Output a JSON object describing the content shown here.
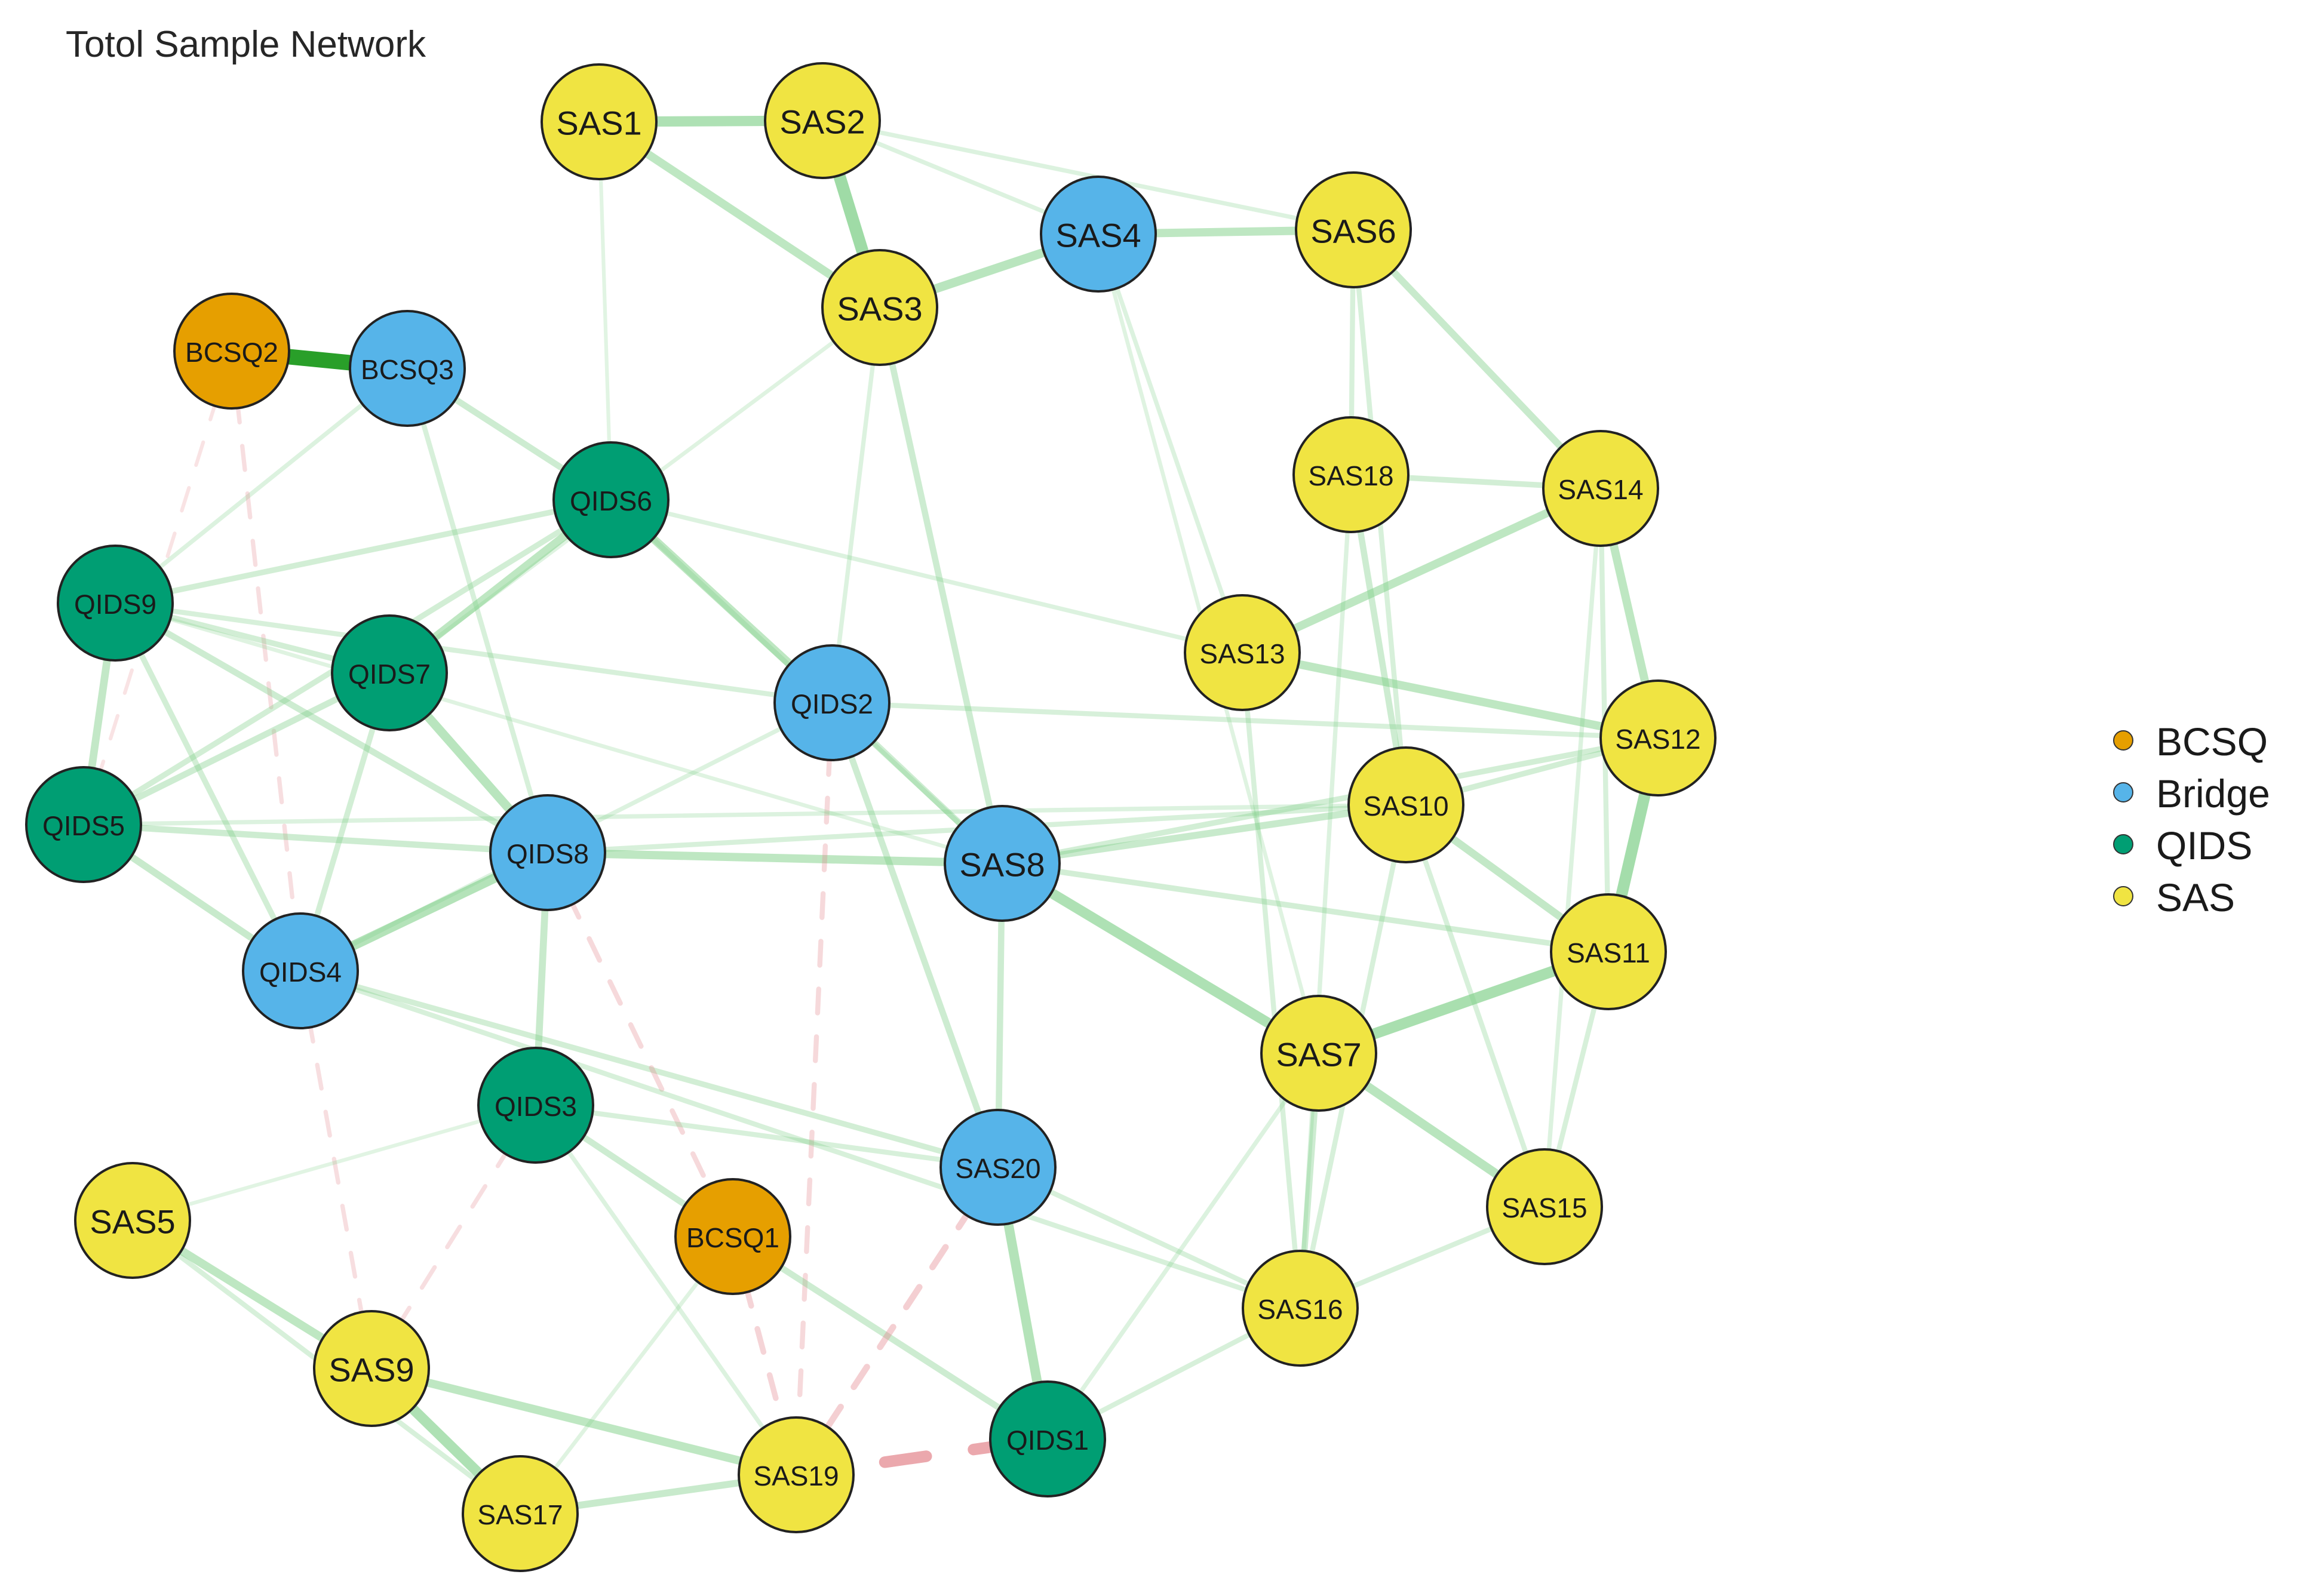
{
  "title": "Totol Sample Network",
  "colors": {
    "BCSQ": "#E69F00",
    "Bridge": "#56B4E9",
    "QIDS": "#009E73",
    "SAS": "#F0E442",
    "positive_edge": "#7FCF88",
    "strong_positive_edge": "#1E9A1E",
    "negative_edge": "#E3848C"
  },
  "legend": {
    "items": [
      {
        "label": "BCSQ",
        "group": "BCSQ"
      },
      {
        "label": "Bridge",
        "group": "Bridge"
      },
      {
        "label": "QIDS",
        "group": "QIDS"
      },
      {
        "label": "SAS",
        "group": "SAS"
      }
    ]
  },
  "nodes": [
    {
      "id": "SAS1",
      "group": "SAS"
    },
    {
      "id": "SAS2",
      "group": "SAS"
    },
    {
      "id": "SAS3",
      "group": "SAS"
    },
    {
      "id": "SAS4",
      "group": "Bridge"
    },
    {
      "id": "SAS6",
      "group": "SAS"
    },
    {
      "id": "BCSQ2",
      "group": "BCSQ"
    },
    {
      "id": "BCSQ3",
      "group": "Bridge"
    },
    {
      "id": "QIDS6",
      "group": "QIDS"
    },
    {
      "id": "SAS18",
      "group": "SAS"
    },
    {
      "id": "SAS14",
      "group": "SAS"
    },
    {
      "id": "QIDS9",
      "group": "QIDS"
    },
    {
      "id": "SAS13",
      "group": "SAS"
    },
    {
      "id": "QIDS7",
      "group": "QIDS"
    },
    {
      "id": "QIDS2",
      "group": "Bridge"
    },
    {
      "id": "SAS12",
      "group": "SAS"
    },
    {
      "id": "QIDS5",
      "group": "QIDS"
    },
    {
      "id": "SAS10",
      "group": "SAS"
    },
    {
      "id": "QIDS8",
      "group": "Bridge"
    },
    {
      "id": "SAS8",
      "group": "Bridge"
    },
    {
      "id": "SAS11",
      "group": "SAS"
    },
    {
      "id": "QIDS4",
      "group": "Bridge"
    },
    {
      "id": "SAS7",
      "group": "SAS"
    },
    {
      "id": "QIDS3",
      "group": "QIDS"
    },
    {
      "id": "SAS20",
      "group": "Bridge"
    },
    {
      "id": "SAS15",
      "group": "SAS"
    },
    {
      "id": "SAS5",
      "group": "SAS"
    },
    {
      "id": "BCSQ1",
      "group": "BCSQ"
    },
    {
      "id": "SAS16",
      "group": "SAS"
    },
    {
      "id": "SAS9",
      "group": "SAS"
    },
    {
      "id": "QIDS1",
      "group": "QIDS"
    },
    {
      "id": "SAS19",
      "group": "SAS"
    },
    {
      "id": "SAS17",
      "group": "SAS"
    }
  ],
  "edges": [
    {
      "source": "BCSQ2",
      "target": "BCSQ3",
      "weight": 1.0,
      "sign": "positive"
    },
    {
      "source": "SAS2",
      "target": "SAS3",
      "weight": 0.75,
      "sign": "positive"
    },
    {
      "source": "SAS1",
      "target": "SAS2",
      "weight": 0.6,
      "sign": "positive"
    },
    {
      "source": "SAS1",
      "target": "SAS3",
      "weight": 0.45,
      "sign": "positive"
    },
    {
      "source": "SAS3",
      "target": "SAS4",
      "weight": 0.5,
      "sign": "positive"
    },
    {
      "source": "SAS4",
      "target": "SAS6",
      "weight": 0.45,
      "sign": "positive"
    },
    {
      "source": "SAS3",
      "target": "SAS8",
      "weight": 0.3,
      "sign": "positive"
    },
    {
      "source": "SAS6",
      "target": "SAS14",
      "weight": 0.35,
      "sign": "positive"
    },
    {
      "source": "SAS6",
      "target": "SAS18",
      "weight": 0.2,
      "sign": "positive"
    },
    {
      "source": "SAS6",
      "target": "SAS10",
      "weight": 0.2,
      "sign": "positive"
    },
    {
      "source": "SAS18",
      "target": "SAS14",
      "weight": 0.25,
      "sign": "positive"
    },
    {
      "source": "SAS18",
      "target": "SAS10",
      "weight": 0.3,
      "sign": "positive"
    },
    {
      "source": "SAS14",
      "target": "SAS13",
      "weight": 0.45,
      "sign": "positive"
    },
    {
      "source": "SAS14",
      "target": "SAS12",
      "weight": 0.45,
      "sign": "positive"
    },
    {
      "source": "SAS14",
      "target": "SAS11",
      "weight": 0.2,
      "sign": "positive"
    },
    {
      "source": "SAS13",
      "target": "SAS12",
      "weight": 0.45,
      "sign": "positive"
    },
    {
      "source": "SAS13",
      "target": "SAS16",
      "weight": 0.2,
      "sign": "positive"
    },
    {
      "source": "SAS12",
      "target": "SAS11",
      "weight": 0.7,
      "sign": "positive"
    },
    {
      "source": "SAS12",
      "target": "SAS10",
      "weight": 0.25,
      "sign": "positive"
    },
    {
      "source": "SAS12",
      "target": "SAS8",
      "weight": 0.25,
      "sign": "positive"
    },
    {
      "source": "SAS10",
      "target": "SAS11",
      "weight": 0.4,
      "sign": "positive"
    },
    {
      "source": "SAS10",
      "target": "SAS8",
      "weight": 0.35,
      "sign": "positive"
    },
    {
      "source": "SAS10",
      "target": "SAS15",
      "weight": 0.2,
      "sign": "positive"
    },
    {
      "source": "SAS11",
      "target": "SAS7",
      "weight": 0.65,
      "sign": "positive"
    },
    {
      "source": "SAS11",
      "target": "SAS15",
      "weight": 0.2,
      "sign": "positive"
    },
    {
      "source": "SAS8",
      "target": "SAS7",
      "weight": 0.6,
      "sign": "positive"
    },
    {
      "source": "SAS8",
      "target": "SAS20",
      "weight": 0.3,
      "sign": "positive"
    },
    {
      "source": "SAS8",
      "target": "QIDS8",
      "weight": 0.45,
      "sign": "positive"
    },
    {
      "source": "SAS8",
      "target": "SAS11",
      "weight": 0.25,
      "sign": "positive"
    },
    {
      "source": "SAS7",
      "target": "SAS15",
      "weight": 0.5,
      "sign": "positive"
    },
    {
      "source": "SAS7",
      "target": "SAS16",
      "weight": 0.3,
      "sign": "positive"
    },
    {
      "source": "SAS20",
      "target": "QIDS1",
      "weight": 0.55,
      "sign": "positive"
    },
    {
      "source": "SAS20",
      "target": "SAS16",
      "weight": 0.2,
      "sign": "positive"
    },
    {
      "source": "SAS20",
      "target": "QIDS4",
      "weight": 0.25,
      "sign": "positive"
    },
    {
      "source": "QIDS2",
      "target": "QIDS6",
      "weight": 0.45,
      "sign": "positive"
    },
    {
      "source": "QIDS2",
      "target": "SAS8",
      "weight": 0.3,
      "sign": "positive"
    },
    {
      "source": "QIDS2",
      "target": "SAS20",
      "weight": 0.3,
      "sign": "positive"
    },
    {
      "source": "QIDS2",
      "target": "SAS12",
      "weight": 0.2,
      "sign": "positive"
    },
    {
      "source": "QIDS2",
      "target": "QIDS9",
      "weight": 0.2,
      "sign": "positive"
    },
    {
      "source": "QIDS2",
      "target": "SAS19",
      "weight": 0.2,
      "sign": "negative"
    },
    {
      "source": "BCSQ3",
      "target": "QIDS6",
      "weight": 0.3,
      "sign": "positive"
    },
    {
      "source": "BCSQ3",
      "target": "QIDS8",
      "weight": 0.2,
      "sign": "positive"
    },
    {
      "source": "BCSQ3",
      "target": "QIDS9",
      "weight": 0.15,
      "sign": "positive"
    },
    {
      "source": "BCSQ2",
      "target": "QIDS4",
      "weight": 0.15,
      "sign": "negative"
    },
    {
      "source": "BCSQ2",
      "target": "QIDS5",
      "weight": 0.1,
      "sign": "negative"
    },
    {
      "source": "QIDS6",
      "target": "QIDS7",
      "weight": 0.45,
      "sign": "positive"
    },
    {
      "source": "QIDS6",
      "target": "QIDS9",
      "weight": 0.25,
      "sign": "positive"
    },
    {
      "source": "QIDS6",
      "target": "QIDS5",
      "weight": 0.25,
      "sign": "positive"
    },
    {
      "source": "QIDS6",
      "target": "SAS8",
      "weight": 0.2,
      "sign": "positive"
    },
    {
      "source": "QIDS9",
      "target": "QIDS5",
      "weight": 0.4,
      "sign": "positive"
    },
    {
      "source": "QIDS9",
      "target": "QIDS7",
      "weight": 0.25,
      "sign": "positive"
    },
    {
      "source": "QIDS9",
      "target": "QIDS8",
      "weight": 0.3,
      "sign": "positive"
    },
    {
      "source": "QIDS9",
      "target": "QIDS4",
      "weight": 0.25,
      "sign": "positive"
    },
    {
      "source": "QIDS7",
      "target": "QIDS8",
      "weight": 0.5,
      "sign": "positive"
    },
    {
      "source": "QIDS7",
      "target": "QIDS5",
      "weight": 0.3,
      "sign": "positive"
    },
    {
      "source": "QIDS7",
      "target": "QIDS4",
      "weight": 0.25,
      "sign": "positive"
    },
    {
      "source": "QIDS5",
      "target": "QIDS4",
      "weight": 0.35,
      "sign": "positive"
    },
    {
      "source": "QIDS5",
      "target": "QIDS8",
      "weight": 0.3,
      "sign": "positive"
    },
    {
      "source": "QIDS5",
      "target": "SAS10",
      "weight": 0.15,
      "sign": "positive"
    },
    {
      "source": "QIDS8",
      "target": "QIDS4",
      "weight": 0.55,
      "sign": "positive"
    },
    {
      "source": "QIDS8",
      "target": "QIDS3",
      "weight": 0.35,
      "sign": "positive"
    },
    {
      "source": "QIDS8",
      "target": "SAS10",
      "weight": 0.2,
      "sign": "positive"
    },
    {
      "source": "QIDS8",
      "target": "BCSQ1",
      "weight": 0.2,
      "sign": "negative"
    },
    {
      "source": "QIDS4",
      "target": "SAS16",
      "weight": 0.2,
      "sign": "positive"
    },
    {
      "source": "QIDS4",
      "target": "SAS9",
      "weight": 0.15,
      "sign": "negative"
    },
    {
      "source": "QIDS3",
      "target": "BCSQ1",
      "weight": 0.3,
      "sign": "positive"
    },
    {
      "source": "QIDS3",
      "target": "SAS20",
      "weight": 0.2,
      "sign": "positive"
    },
    {
      "source": "QIDS3",
      "target": "SAS9",
      "weight": 0.15,
      "sign": "negative"
    },
    {
      "source": "QIDS3",
      "target": "SAS19",
      "weight": 0.15,
      "sign": "positive"
    },
    {
      "source": "BCSQ1",
      "target": "QIDS1",
      "weight": 0.3,
      "sign": "positive"
    },
    {
      "source": "BCSQ1",
      "target": "SAS19",
      "weight": 0.25,
      "sign": "negative"
    },
    {
      "source": "SAS20",
      "target": "SAS19",
      "weight": 0.3,
      "sign": "negative"
    },
    {
      "source": "SAS5",
      "target": "SAS9",
      "weight": 0.45,
      "sign": "positive"
    },
    {
      "source": "SAS5",
      "target": "SAS17",
      "weight": 0.2,
      "sign": "positive"
    },
    {
      "source": "SAS9",
      "target": "SAS17",
      "weight": 0.6,
      "sign": "positive"
    },
    {
      "source": "SAS9",
      "target": "SAS19",
      "weight": 0.45,
      "sign": "positive"
    },
    {
      "source": "SAS17",
      "target": "SAS19",
      "weight": 0.35,
      "sign": "positive"
    },
    {
      "source": "SAS19",
      "target": "QIDS1",
      "weight": 0.7,
      "sign": "negative"
    },
    {
      "source": "QIDS1",
      "target": "SAS16",
      "weight": 0.2,
      "sign": "positive"
    },
    {
      "source": "QIDS1",
      "target": "SAS7",
      "weight": 0.15,
      "sign": "positive"
    },
    {
      "source": "SAS16",
      "target": "SAS15",
      "weight": 0.2,
      "sign": "positive"
    },
    {
      "source": "SAS16",
      "target": "SAS10",
      "weight": 0.2,
      "sign": "positive"
    },
    {
      "source": "SAS2",
      "target": "SAS6",
      "weight": 0.15,
      "sign": "positive"
    },
    {
      "source": "SAS2",
      "target": "SAS4",
      "weight": 0.15,
      "sign": "positive"
    },
    {
      "source": "SAS1",
      "target": "QIDS6",
      "weight": 0.1,
      "sign": "positive"
    },
    {
      "source": "SAS3",
      "target": "QIDS2",
      "weight": 0.15,
      "sign": "positive"
    },
    {
      "source": "SAS3",
      "target": "QIDS7",
      "weight": 0.12,
      "sign": "positive"
    },
    {
      "source": "SAS4",
      "target": "SAS13",
      "weight": 0.15,
      "sign": "positive"
    },
    {
      "source": "SAS4",
      "target": "SAS7",
      "weight": 0.12,
      "sign": "positive"
    },
    {
      "source": "SAS18",
      "target": "SAS16",
      "weight": 0.15,
      "sign": "positive"
    },
    {
      "source": "SAS14",
      "target": "SAS15",
      "weight": 0.15,
      "sign": "positive"
    },
    {
      "source": "QIDS6",
      "target": "SAS13",
      "weight": 0.15,
      "sign": "positive"
    },
    {
      "source": "QIDS9",
      "target": "SAS8",
      "weight": 0.12,
      "sign": "positive"
    },
    {
      "source": "QIDS2",
      "target": "QIDS4",
      "weight": 0.15,
      "sign": "positive"
    },
    {
      "source": "SAS5",
      "target": "QIDS3",
      "weight": 0.1,
      "sign": "positive"
    },
    {
      "source": "SAS17",
      "target": "BCSQ1",
      "weight": 0.12,
      "sign": "positive"
    }
  ]
}
